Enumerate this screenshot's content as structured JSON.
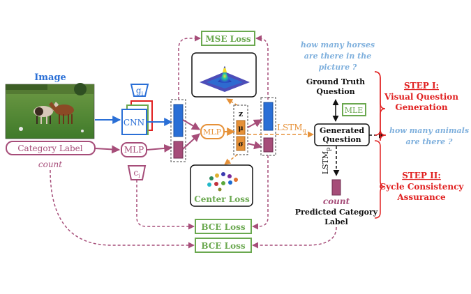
{
  "image": {
    "label": "Image"
  },
  "category": {
    "label": "Category Label",
    "value": "count"
  },
  "encoder": {
    "g_symbol": "g",
    "g_sub": "i",
    "c_symbol": "c",
    "c_sub": "i",
    "cnn_label": "CNN",
    "mlp_label": "MLP",
    "fusion_label": "MLP"
  },
  "latent": {
    "z": "z",
    "mu": "μ",
    "sigma": "σ"
  },
  "losses": {
    "mse": "MSE Loss",
    "center": "Center Loss",
    "bce_1": "BCE Loss",
    "bce_2": "BCE Loss",
    "mle": "MLE"
  },
  "lstm_q": {
    "main": "LSTM",
    "sub": "q"
  },
  "lstm_p": {
    "main": "LSTM",
    "sub": "p"
  },
  "question": {
    "ground_truth_text": [
      "how many horses",
      "are there in the",
      "picture ?"
    ],
    "ground_truth_label": [
      "Ground Truth",
      "Question"
    ],
    "generated_label": [
      "Generated",
      "Question"
    ],
    "generated_text": [
      "how many animals",
      "are there ?"
    ]
  },
  "prediction": {
    "value": "count",
    "label": [
      "Predicted Category",
      "Label"
    ]
  },
  "steps": {
    "step1_title": "STEP I:",
    "step1_desc": [
      "Visual Question",
      "Generation"
    ],
    "step2_title": "STEP II:",
    "step2_desc": [
      "Cycle Consistency",
      "Assurance"
    ]
  },
  "colors": {
    "blue": "#2a6fd6",
    "green": "#6aa84f",
    "pink": "#a64d79",
    "orange": "#e69138",
    "red": "#e02020",
    "light_blue": "#7fb0dd",
    "dark": "#111111"
  }
}
